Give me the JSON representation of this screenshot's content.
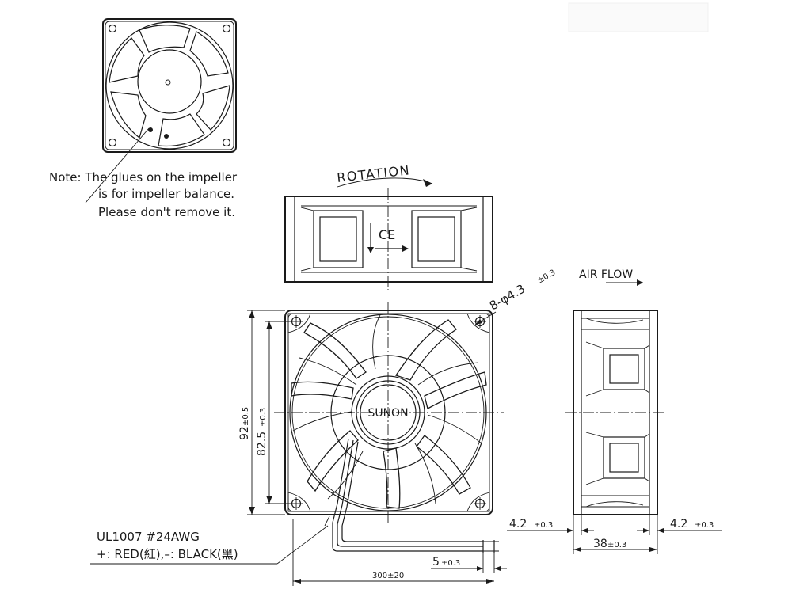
{
  "note": {
    "line1": "Note: The glues on the impeller",
    "line2": "is for impeller balance.",
    "line3": "Please don't remove it."
  },
  "labels": {
    "rotation": "ROTATION",
    "air_flow": "AIR FLOW",
    "brand": "SUNON",
    "ce_mark": "CE"
  },
  "dimensions": {
    "holes_main": "8-φ4.3",
    "holes_tol": "±0.3",
    "outer_height_main": "92",
    "outer_height_tol": "±0.5",
    "hole_spacing_main": "82.5",
    "hole_spacing_tol": "±0.3",
    "flange_left_main": "4.2",
    "flange_left_tol": "±0.3",
    "flange_right_main": "4.2",
    "flange_right_tol": "±0.3",
    "depth_main": "38",
    "depth_tol": "±0.3",
    "strip_main": "5",
    "strip_tol": "±0.3",
    "lead_length": "300±20"
  },
  "wire": {
    "spec": "UL1007  #24AWG",
    "polarity": "+: RED(紅),–: BLACK(黑)"
  }
}
